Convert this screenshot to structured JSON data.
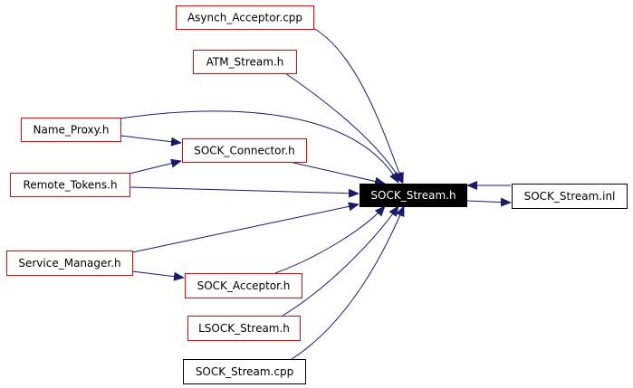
{
  "colors": {
    "edge": "#191970",
    "link_border": "#ff0000",
    "plain_border": "#000000",
    "focus_fill": "#000000",
    "focus_text": "#ffffff",
    "text": "#000000"
  },
  "nodes": [
    {
      "id": "asynch_acceptor_cpp",
      "label": "Asynch_Acceptor.cpp",
      "style": "link"
    },
    {
      "id": "atm_stream_h",
      "label": "ATM_Stream.h",
      "style": "link"
    },
    {
      "id": "name_proxy_h",
      "label": "Name_Proxy.h",
      "style": "link"
    },
    {
      "id": "sock_connector_h",
      "label": "SOCK_Connector.h",
      "style": "link"
    },
    {
      "id": "remote_tokens_h",
      "label": "Remote_Tokens.h",
      "style": "link"
    },
    {
      "id": "sock_stream_h",
      "label": "SOCK_Stream.h",
      "style": "focus"
    },
    {
      "id": "sock_stream_inl",
      "label": "SOCK_Stream.inl",
      "style": "plain"
    },
    {
      "id": "service_manager_h",
      "label": "Service_Manager.h",
      "style": "link"
    },
    {
      "id": "sock_acceptor_h",
      "label": "SOCK_Acceptor.h",
      "style": "link"
    },
    {
      "id": "lsock_stream_h",
      "label": "LSOCK_Stream.h",
      "style": "link"
    },
    {
      "id": "sock_stream_cpp",
      "label": "SOCK_Stream.cpp",
      "style": "plain"
    }
  ],
  "edges": [
    {
      "from": "asynch_acceptor_cpp",
      "to": "sock_stream_h"
    },
    {
      "from": "atm_stream_h",
      "to": "sock_stream_h"
    },
    {
      "from": "name_proxy_h",
      "to": "sock_stream_h"
    },
    {
      "from": "name_proxy_h",
      "to": "sock_connector_h"
    },
    {
      "from": "sock_connector_h",
      "to": "sock_stream_h"
    },
    {
      "from": "remote_tokens_h",
      "to": "sock_connector_h"
    },
    {
      "from": "remote_tokens_h",
      "to": "sock_stream_h"
    },
    {
      "from": "service_manager_h",
      "to": "sock_stream_h"
    },
    {
      "from": "service_manager_h",
      "to": "sock_acceptor_h"
    },
    {
      "from": "sock_acceptor_h",
      "to": "sock_stream_h"
    },
    {
      "from": "lsock_stream_h",
      "to": "sock_stream_h"
    },
    {
      "from": "sock_stream_cpp",
      "to": "sock_stream_h"
    },
    {
      "from": "sock_stream_h",
      "to": "sock_stream_inl"
    },
    {
      "from": "sock_stream_inl",
      "to": "sock_stream_h"
    }
  ]
}
